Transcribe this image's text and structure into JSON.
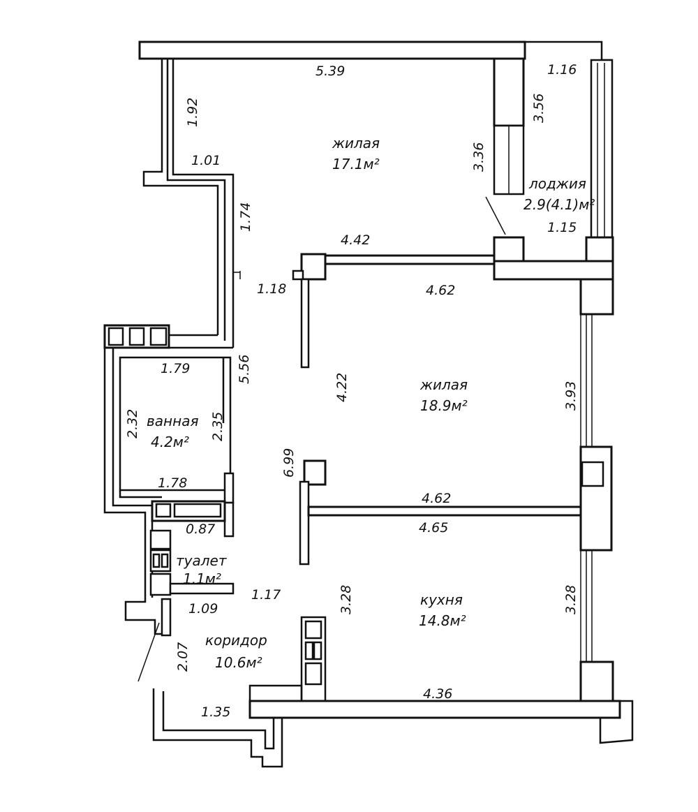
{
  "rooms": {
    "living1": {
      "name": "жилая",
      "area": "17.1м²"
    },
    "living2": {
      "name": "жилая",
      "area": "18.9м²"
    },
    "loggia": {
      "name": "лоджия",
      "area": "2.9(4.1)м²"
    },
    "bath": {
      "name": "ванная",
      "area": "4.2м²"
    },
    "toilet": {
      "name": "туалет",
      "area": "1.1м²"
    },
    "kitchen": {
      "name": "кухня",
      "area": "14.8м²"
    },
    "corridor": {
      "name": "коридор",
      "area": "10.6м²"
    }
  },
  "dimensions": {
    "d_5_39": "5.39",
    "d_1_16": "1.16",
    "d_1_92": "1.92",
    "d_3_56": "3.56",
    "d_3_36": "3.36",
    "d_1_01": "1.01",
    "d_1_74": "1.74",
    "d_1_15": "1.15",
    "d_4_42": "4.42",
    "d_1_18": "1.18",
    "d_4_62_top": "4.62",
    "d_1_79": "1.79",
    "d_5_56": "5.56",
    "d_4_22": "4.22",
    "d_3_93": "3.93",
    "d_2_32": "2.32",
    "d_2_35": "2.35",
    "d_6_99": "6.99",
    "d_1_78": "1.78",
    "d_4_62_mid": "4.62",
    "d_0_87": "0.87",
    "d_4_65": "4.65",
    "d_1_17": "1.17",
    "d_3_28_left": "3.28",
    "d_3_28_right": "3.28",
    "d_1_09": "1.09",
    "d_2_07": "2.07",
    "d_4_36": "4.36",
    "d_1_35": "1.35"
  }
}
